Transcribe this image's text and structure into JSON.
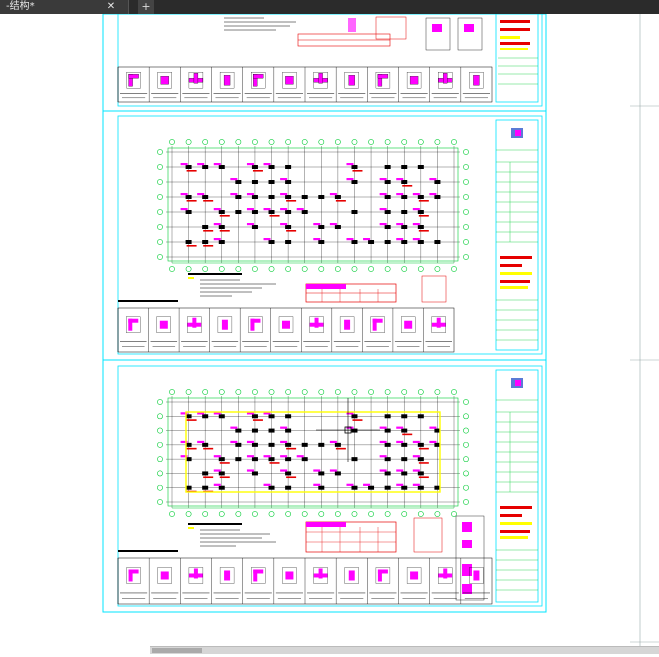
{
  "tab": {
    "title": "-结构*",
    "close_glyph": "✕",
    "new_tab_glyph": "+"
  },
  "colors": {
    "frame": "#00e5ff",
    "grid": "#00cc33",
    "column": "#ff00ff",
    "wall": "#e60000",
    "line": "#000000",
    "highlight": "#ffff00"
  },
  "sheets": [
    {
      "id": "sheet-1-partial",
      "has_plan": false
    },
    {
      "id": "sheet-2",
      "has_plan": true
    },
    {
      "id": "sheet-3",
      "has_plan": true,
      "highlighted_wall": true
    }
  ]
}
